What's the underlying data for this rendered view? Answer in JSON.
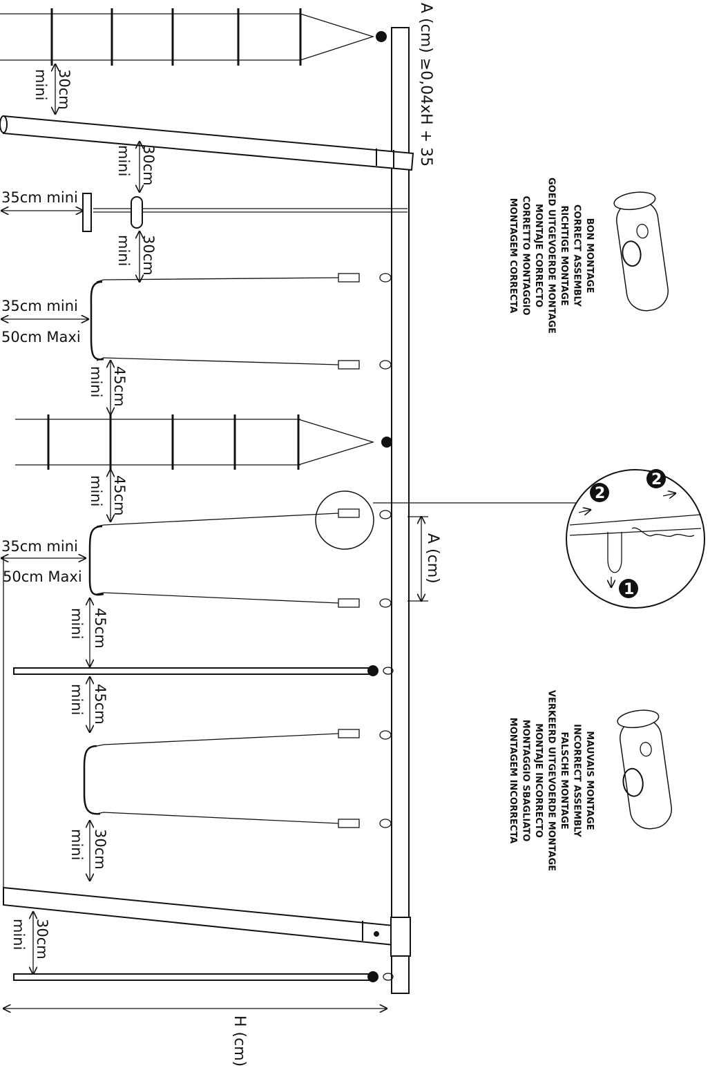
{
  "dimensions": {
    "min30": "30cm",
    "min35": "35cm mini",
    "min45": "45cm",
    "mini": "mini",
    "maxi50": "50cm Maxi"
  },
  "formula": "A (cm) ≥0,04xH + 35",
  "a_label": "A (cm)",
  "h_label": "H (cm)",
  "correct_assembly": [
    "BON MONTAGE",
    "CORRECT ASSEMBLY",
    "RICHTIGE MONTAGE",
    "GOED UITGEVOERDE MONTAGE",
    "MONTAJE CORRECTO",
    "CORRETTO MONTAGGIO",
    "MONTAGEM CORRECTA"
  ],
  "incorrect_assembly": [
    "MAUVAIS MONTAGE",
    "INCORRECT ASSEMBLY",
    "FALSCHE MONTAGE",
    "VERKEERD UITGEVOERDE MONTAGE",
    "MONTAJE INCORRECTO",
    "MONTAGGIO SBAGLIATO",
    "MONTAGEM INCORRECTA"
  ],
  "detail_steps": [
    "1",
    "2",
    "2"
  ]
}
